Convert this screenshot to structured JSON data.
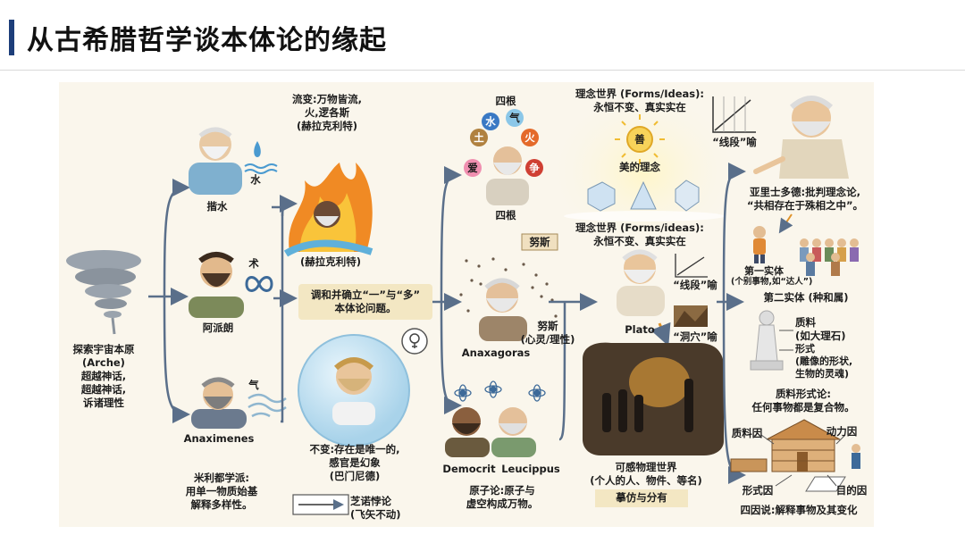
{
  "title": "从古希腊哲学谈本体论的缘起",
  "nodes": {
    "origin": [
      "探索宇宙本原",
      "(Arche)",
      "超越神话,",
      "超越神话,",
      "诉诸理性"
    ],
    "thales": "揩水",
    "water_char": "水",
    "anaximander": "阿派朗",
    "technique_char": "术",
    "anaximenes": "Anaximenes",
    "air_char": "气",
    "milesian": [
      "米利都学派:",
      "用单一物质始基",
      "解释多样性。"
    ],
    "heraclitus_top": [
      "流变:万物皆流,",
      "火,逻各斯",
      "(赫拉克利特)"
    ],
    "heraclitus_bottom": "(赫拉克利特)",
    "problem": [
      "调和并确立“一”与“多”",
      "本体论问题。"
    ],
    "parmenides": [
      "不变:存在是唯一的,",
      "感官是幻象",
      "(巴门尼德)"
    ],
    "zeno": [
      "芝诺悖论",
      "(飞矢不动)"
    ],
    "four_roots_top": "四根",
    "roots": [
      "水",
      "气",
      "土",
      "火",
      "爱",
      "争"
    ],
    "four_roots_bottom": "四根",
    "nous_tag": "努斯",
    "nous": [
      "努斯",
      "(心灵/理性)"
    ],
    "anaxagoras": "Anaxagoras",
    "atomists": [
      "Democrit",
      "Leucippus"
    ],
    "atomism": [
      "原子论:原子与",
      "虚空构成万物。"
    ],
    "forms_top": [
      "理念世界 (Forms/Ideas):",
      "永恒不变、真实实在"
    ],
    "good": "善",
    "beauty": "美的理念",
    "forms_mid": [
      "理念世界 (Forms/ideas):",
      "永恒不变、真实实在"
    ],
    "line_top": "“线段”喻",
    "line_mid": "“线段”喻",
    "plato": "Plato",
    "cave": "“洞穴”喻",
    "sensible": [
      "可感物理世界",
      "(个人的人、物件、等名)"
    ],
    "mimesis": "摹仿与分有",
    "aristotle": [
      "亚里士多德:批判理念论,",
      "“共相存在于殊相之中”。"
    ],
    "first_substance": [
      "第一实体",
      "(个别事物,如“达人”)"
    ],
    "second_substance": "第二实体 (种和属)",
    "matter": [
      "质料",
      "(如大理石)"
    ],
    "form": [
      "形式",
      "(雕像的形状,",
      "生物的灵魂)"
    ],
    "hylomorphism": [
      "质料形式论:",
      "任何事物都是复合物。"
    ],
    "material_cause": "质料因",
    "efficient_cause": "动力因",
    "formal_cause": "形式因",
    "final_cause": "目的因",
    "four_causes": "四因说:解释事物及其变化"
  },
  "colors": {
    "accent": "#1d3e7a",
    "arrow": "#5a6f8a",
    "background": "#faf6ec"
  }
}
